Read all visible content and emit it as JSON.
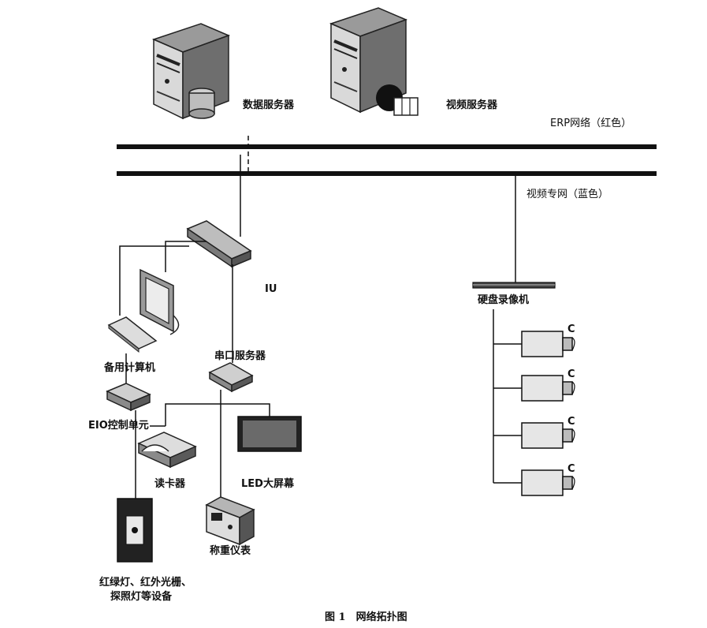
{
  "labels": {
    "data_server": "数据服务器",
    "video_server": "视频服务器",
    "erp_network": "ERP网络（红色）",
    "video_network": "视频专网（蓝色）",
    "iu": "IU",
    "nvr": "硬盘录像机",
    "backup_pc": "备用计算机",
    "serial_server": "串口服务器",
    "eio_unit": "EIO控制单元",
    "card_reader": "读卡器",
    "led_screen": "LED大屏幕",
    "weighing_meter": "称重仪表",
    "signal_devices_line1": "红绿灯、红外光栅、",
    "signal_devices_line2": "探照灯等设备",
    "camera_1": "C",
    "camera_2": "C",
    "camera_3": "C",
    "camera_4": "C"
  },
  "caption": "图 1　网络拓扑图"
}
